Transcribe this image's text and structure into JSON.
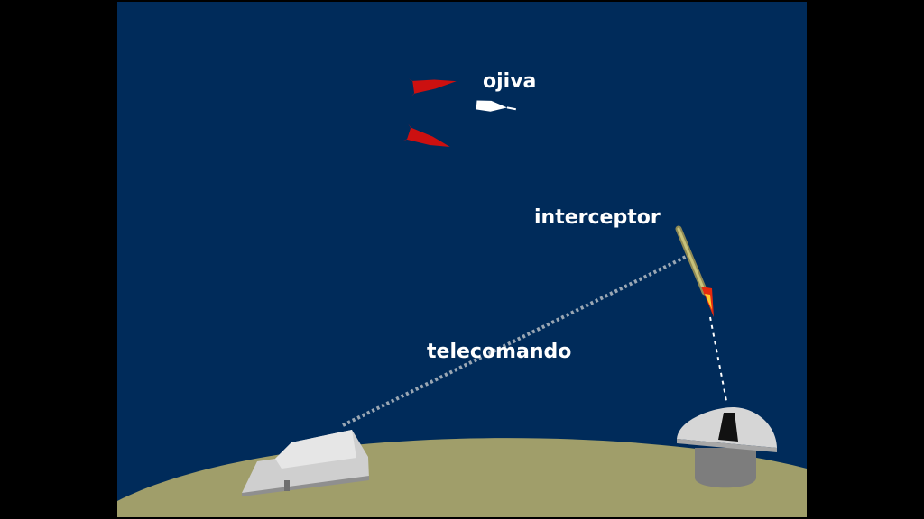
{
  "labels": {
    "warhead": "ojiva",
    "interceptor": "interceptor",
    "telecommand": "telecomando"
  },
  "colors": {
    "letterbox": "#000000",
    "sky": "#002b5a",
    "ground": "#a09e6a",
    "missile_red": "#cc1010",
    "warhead_white": "#ffffff",
    "beam": "#9aa7b4",
    "building": "#cfcfcf",
    "radar_dish": "#d6d6d6",
    "radar_base": "#7d7d7d",
    "label_text": "#ffffff"
  },
  "icons": {
    "decoy_1": "red-missile-icon",
    "decoy_2": "red-missile-icon",
    "warhead": "warhead-icon",
    "interceptor": "interceptor-missile-icon",
    "command_station": "command-building-icon",
    "launcher": "radar-dish-launcher-icon"
  }
}
